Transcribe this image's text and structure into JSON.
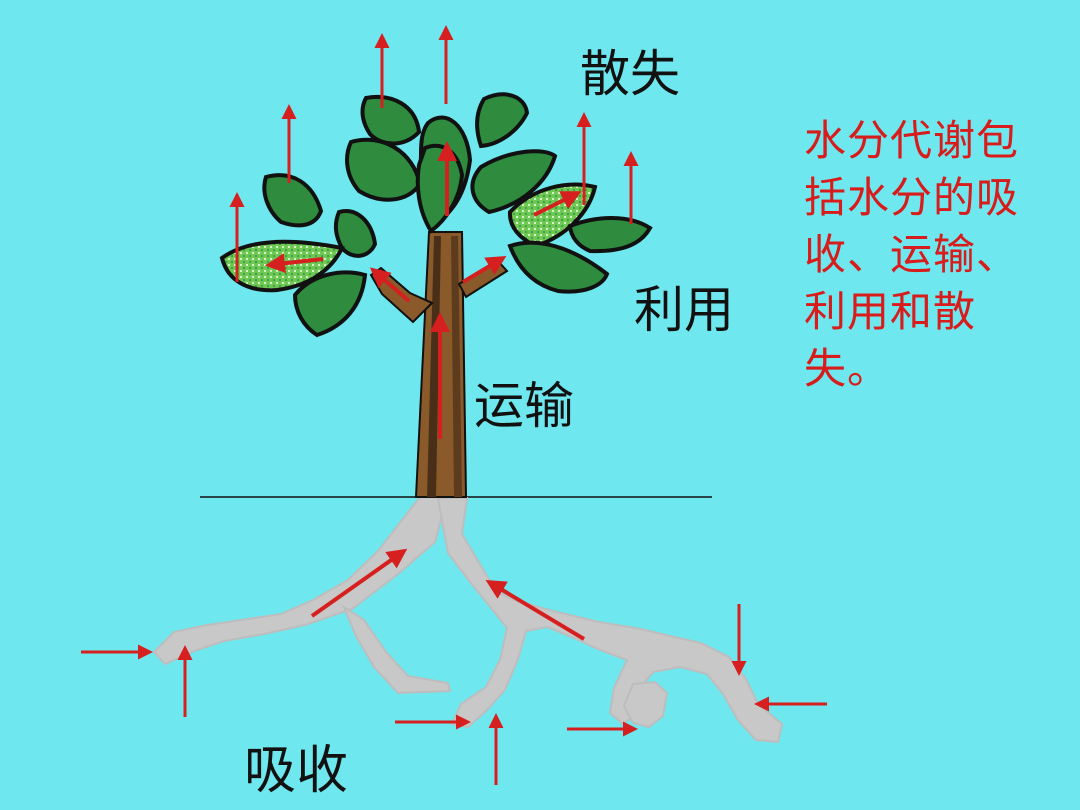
{
  "labels": {
    "dissipate": "散失",
    "utilize": "利用",
    "transport": "运输",
    "absorb": "吸收"
  },
  "caption": "水分代谢包括水分的吸收、运输、利用和散失。",
  "colors": {
    "background": "#6fe7ef",
    "arrow": "#d61f1f",
    "caption_text": "#d81b1b",
    "trunk": "#8a5a2b",
    "trunk_dark": "#4a2f18",
    "root": "#c8c8c8",
    "leaf_dark": "#2f8c3f",
    "leaf_light": "#8bd65a",
    "leaf_outline": "#111111"
  },
  "icons": {
    "arrow": "arrow-icon",
    "leaf": "leaf-icon",
    "tree": "tree-icon",
    "root": "root-icon"
  }
}
